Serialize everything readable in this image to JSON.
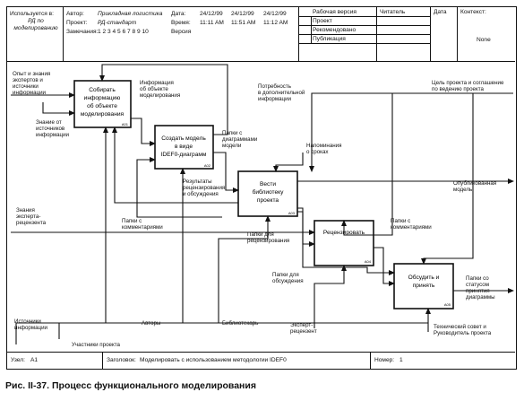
{
  "header": {
    "used_in_label": "Используется в:",
    "used_in_value": "РД по моделированию",
    "author_label": "Автор:",
    "author_value": "Прикладная логистика",
    "project_label": "Проект:",
    "project_value": "РД-стандарт",
    "notes_label": "Замечания:",
    "notes_value": "1 2 3 4 5 6 7 8 9 10",
    "date_label": "Дата:",
    "time_label": "Время:",
    "version_label": "Версия",
    "dates": [
      "24/12/99",
      "24/12/99",
      "24/12/99"
    ],
    "times": [
      "11:11 AM",
      "11:51 AM",
      "11:12 AM"
    ],
    "status": [
      "Рабочая версия",
      "Проект",
      "Рекомендовано",
      "Публикация"
    ],
    "reader_label": "Читатель",
    "reader_date_label": "Дата",
    "context_label": "Контекст:",
    "context_value": "None"
  },
  "boxes": [
    {
      "lines": [
        "Собирать",
        "информацию",
        "об объекте",
        "моделирования"
      ],
      "num": "А01"
    },
    {
      "lines": [
        "Создать модель",
        "в виде",
        "IDEF0-диаграмм"
      ],
      "num": "А02"
    },
    {
      "lines": [
        "Вести",
        "библиотеку",
        "проекта"
      ],
      "num": "А03"
    },
    {
      "lines": [
        "Рецензировать"
      ],
      "num": "А04"
    },
    {
      "lines": [
        "Обсудить и",
        "принять"
      ],
      "num": "А05"
    }
  ],
  "labels": {
    "inp_experts": [
      "Опыт и знания",
      "экспертов и",
      "источники",
      "информации"
    ],
    "knowledge_sources": [
      "Знание от",
      "источников",
      "информации"
    ],
    "info_object": [
      "Информация",
      "об объекте",
      "моделирования"
    ],
    "need_info": [
      "Потребность",
      "в дополнительной",
      "информации"
    ],
    "goal": [
      "Цель проекта и соглашение",
      "по ведению проекта"
    ],
    "folders_diagrams": [
      "Папки с",
      "диаграммами",
      "модели"
    ],
    "reminders": [
      "Напоминания",
      "о сроках"
    ],
    "published_model": [
      "Опубликованная",
      "модель"
    ],
    "review_results": [
      "Результаты",
      "рецензирования",
      "и обсуждения"
    ],
    "expert_knowledge": [
      "Знания",
      "эксперта-",
      "рецензента"
    ],
    "folders_comments_left": [
      "Папки с",
      "комментариями"
    ],
    "folders_comments_right": [
      "Папки с",
      "комментариями"
    ],
    "folders_review": [
      "Папки для",
      "рецензирования"
    ],
    "folders_discussion": [
      "Папки для",
      "обсуждения"
    ],
    "folders_status": [
      "Папки со",
      "статусом",
      "принятия",
      "диаграммы"
    ],
    "info_sources": [
      "Источники",
      "информации"
    ],
    "authors": [
      "Авторы"
    ],
    "librarian": [
      "Библиотекарь"
    ],
    "expert_reviewer": [
      "Эксперт-",
      "рецензент"
    ],
    "tech_council": [
      "Технический совет и",
      "Руководитель проекта"
    ],
    "participants": [
      "Участники проекта"
    ]
  },
  "footer": {
    "node_label": "Узел:",
    "node_value": "А1",
    "title_label": "Заголовок:",
    "title_value": "Моделировать с использованием методологии IDEF0",
    "number_label": "Номер:",
    "number_value": "1"
  },
  "caption": "Рис. II-37. Процесс функционального моделирования"
}
